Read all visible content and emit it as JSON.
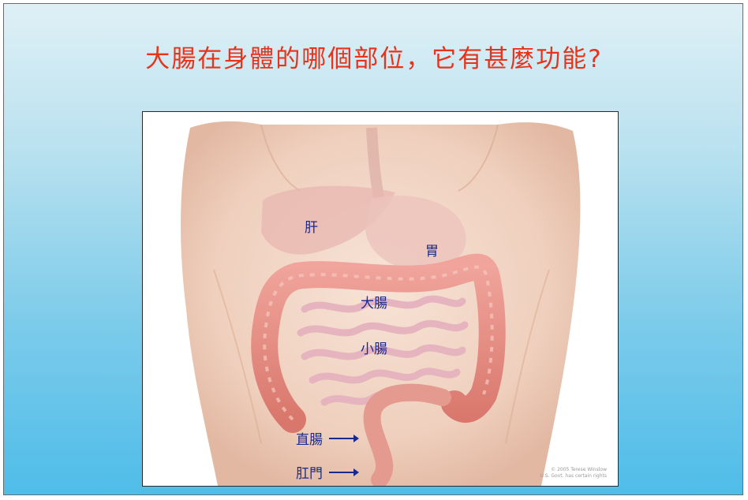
{
  "slide": {
    "title": "大腸在身體的哪個部位，它有甚麼功能?"
  },
  "illustration": {
    "labels": {
      "liver": "肝",
      "stomach": "胃",
      "large_intestine": "大腸",
      "small_intestine": "小腸",
      "rectum": "直腸",
      "anus": "肛門"
    },
    "credit_line1": "© 2005 Terese Winslow",
    "credit_line2": "U.S. Govt. has certain rights"
  },
  "colors": {
    "title": "#e8321a",
    "label": "#1a2a8c",
    "background_top": "#dff0f6",
    "background_bottom": "#4fbde9"
  }
}
